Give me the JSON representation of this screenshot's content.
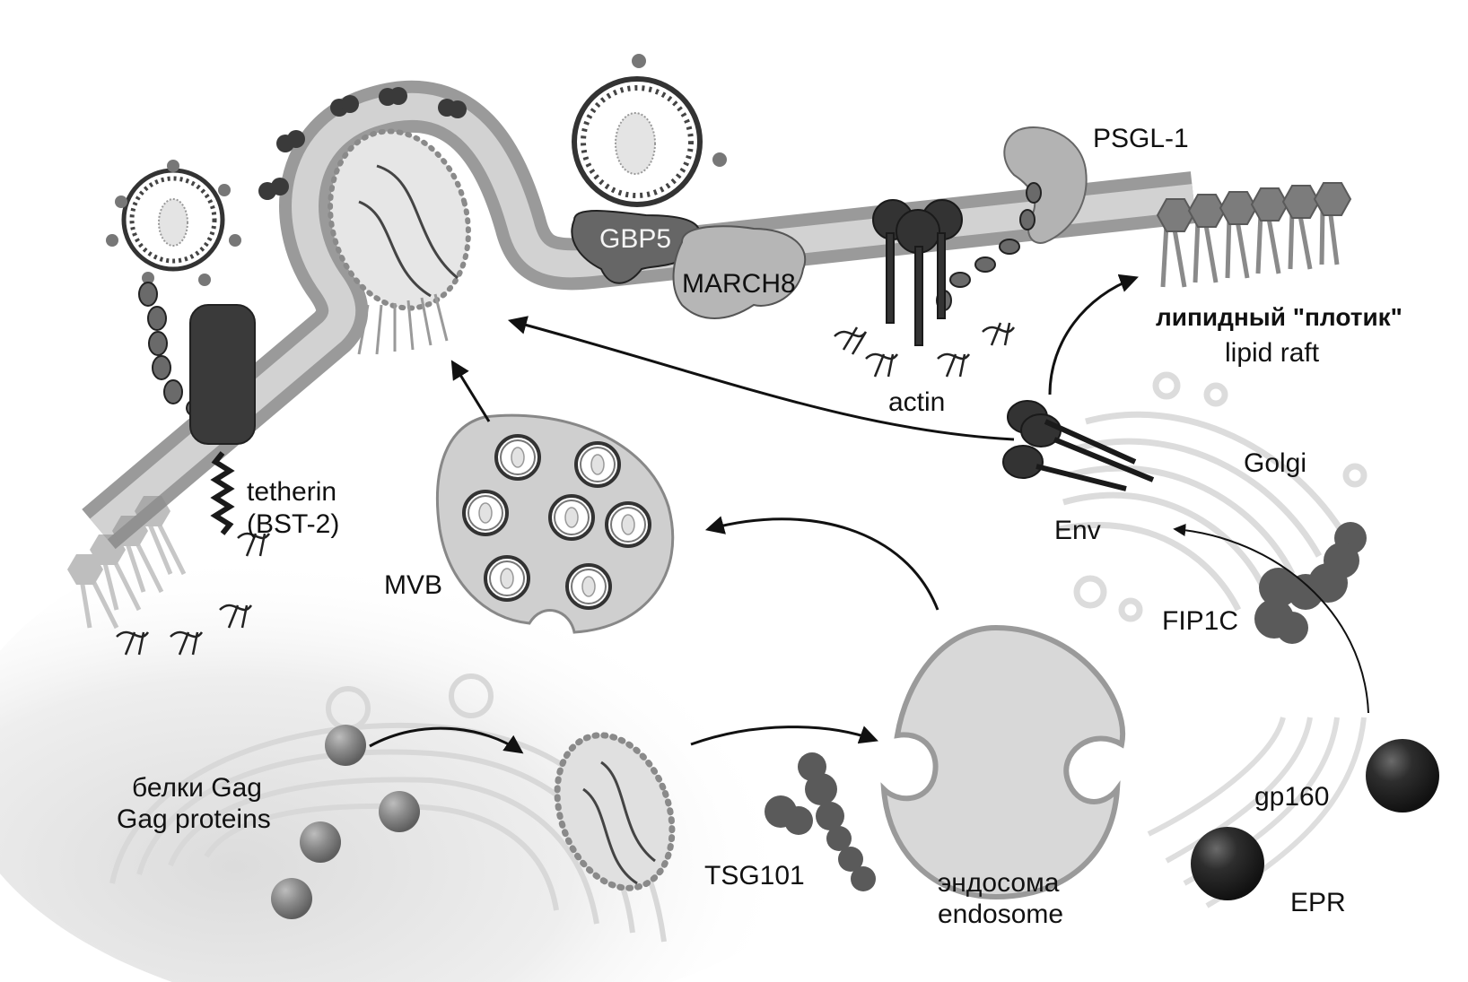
{
  "figure": {
    "title": "HIV-1 assembly, trafficking and restriction factors at the plasma membrane",
    "style": "grayscale schematic",
    "colors": {
      "membrane_outer": "#9a9a9a",
      "membrane_inner": "#cfcfcf",
      "dark_protein": "#3c3c3c",
      "mid_protein": "#6e6e6e",
      "light_protein": "#b3b3b3",
      "arrow": "#111111",
      "organelle_outline": "#dddddd"
    }
  },
  "labels": {
    "psgl1": "PSGL-1",
    "gbp5": "GBP5",
    "march8": "MARCH8",
    "lipid_raft_ru": "липидный \"плотик\"",
    "lipid_raft_en": "lipid raft",
    "actin": "actin",
    "tetherin": "tetherin",
    "bst2": "(BST-2)",
    "mvb": "MVB",
    "golgi": "Golgi",
    "env": "Env",
    "fip1c": "FIP1C",
    "gag_ru": "белки Gag",
    "gag_en": "Gag proteins",
    "tsg101": "TSG101",
    "endosome_ru": "эндосома",
    "endosome_en": "endosome",
    "gp160": "gp160",
    "epr": "EPR"
  },
  "components": [
    {
      "id": "plasma-membrane",
      "name": "plasma membrane"
    },
    {
      "id": "budding-virion",
      "name": "budding virion with Gag lattice"
    },
    {
      "id": "released-virion-top",
      "name": "released virion"
    },
    {
      "id": "tethered-virion",
      "name": "virion tethered by tetherin"
    },
    {
      "id": "mvb",
      "name": "multivesicular body",
      "virion_count": 7
    },
    {
      "id": "endosome",
      "name": "endosome"
    },
    {
      "id": "golgi",
      "name": "Golgi apparatus"
    },
    {
      "id": "er",
      "name": "endoplasmic reticulum (EPR)"
    },
    {
      "id": "gag-proteins",
      "name": "Gag protein spheres",
      "count": 4
    },
    {
      "id": "gp160-spheres",
      "name": "gp160 spheres",
      "count": 2
    }
  ],
  "arrows": [
    {
      "from": "Gag proteins",
      "to": "Gag assembly complex"
    },
    {
      "from": "Gag assembly complex",
      "to": "endosome"
    },
    {
      "from": "endosome",
      "to": "MVB"
    },
    {
      "from": "MVB",
      "to": "budding site"
    },
    {
      "from": "Env (Golgi)",
      "to": "budding site"
    },
    {
      "from": "Env (Golgi)",
      "to": "lipid raft"
    },
    {
      "from": "EPR (gp160)",
      "to": "Env"
    }
  ]
}
